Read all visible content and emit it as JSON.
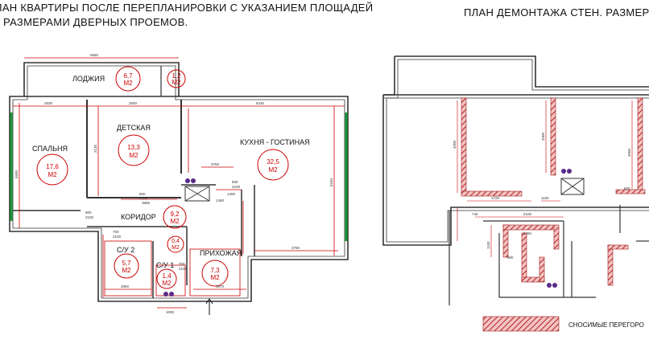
{
  "left_plan": {
    "title_line1": "ЛАН  КВАРТИРЫ ПОСЛЕ ПЕРЕПЛАНИРОВКИ С УКАЗАНИЕМ ПЛОЩАДЕЙ",
    "title_line2": "РАЗМЕРАМИ ДВЕРНЫХ ПРОЕМОВ.",
    "rooms": [
      {
        "name": "ЛОДЖИЯ",
        "area": "6,7",
        "unit": "М2"
      },
      {
        "name": "",
        "area": "1,2",
        "unit": "М2"
      },
      {
        "name": "ДЕТСКАЯ",
        "area": "13,3",
        "unit": "М2"
      },
      {
        "name": "СПАЛЬНЯ",
        "area": "17,6",
        "unit": "М2"
      },
      {
        "name": "КУХНЯ - ГОСТИНАЯ",
        "area": "32,5",
        "unit": "М2"
      },
      {
        "name": "КОРИДОР",
        "area": "9,2",
        "unit": "М2"
      },
      {
        "name": "С/У 2",
        "area": "5,7",
        "unit": "М2"
      },
      {
        "name": "С/У 1",
        "area": "1,4",
        "unit": "М2"
      },
      {
        "name": "",
        "area": "0,4",
        "unit": "М2"
      },
      {
        "name": "ПРИХОЖАЯ",
        "area": "7,3",
        "unit": "М2"
      }
    ],
    "dimensions": [
      "5550",
      "2630",
      "2500",
      "6330",
      "3750",
      "1400",
      "3585",
      "2135",
      "3780",
      "5240",
      "5500",
      "3970",
      "2080",
      "1000",
      "900",
      "2100",
      "700",
      "2100",
      "700",
      "2100",
      "800",
      "2100",
      "900",
      "2100",
      "1460"
    ]
  },
  "right_plan": {
    "title": "ПЛАН  ДЕМОНТАЖА СТЕН. РАЗМЕРЫ",
    "dimensions": [
      "4300",
      "1720",
      "1100",
      "3300",
      "4050",
      "600",
      "2100",
      "745",
      "1460",
      "900",
      "1150"
    ],
    "legend_label": "СНОСИМЫЕ ПЕРЕГОРО"
  }
}
